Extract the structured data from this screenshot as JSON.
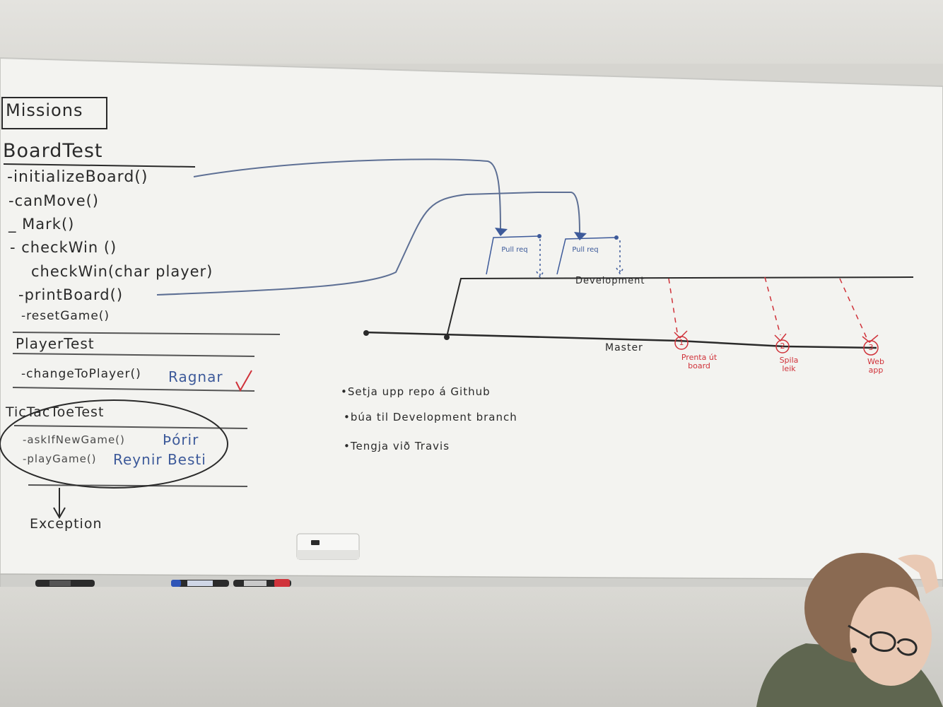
{
  "board": {
    "missions_title": "Missions",
    "board_test": {
      "title": "BoardTest",
      "items": [
        "-initializeBoard()",
        "-canMove()",
        "_ Mark()",
        "- checkWin ()",
        "checkWin(char player)",
        "-printBoard()",
        "-resetGame()"
      ]
    },
    "player_test": {
      "title": "PlayerTest",
      "item": "-changeToPlayer()",
      "assignee": "Ragnar",
      "done_mark": "✓"
    },
    "tictactoe_test": {
      "title": "TicTacToeTest",
      "items": [
        {
          "name": "-askIfNewGame()",
          "assignee": "Þórir"
        },
        {
          "name": "-playGame()",
          "assignee": "Reynir Besti"
        }
      ]
    },
    "exception_label": "Exception",
    "diagram": {
      "pull_req_1": "Pull req",
      "pull_req_2": "Pull req",
      "development_label": "Development",
      "master_label": "Master",
      "milestones": [
        {
          "number": "1",
          "label": "Prenta út board"
        },
        {
          "number": "2",
          "label": "Spila leik"
        },
        {
          "number": "3",
          "label": "Web app"
        }
      ]
    },
    "todo": [
      "•Setja upp repo á Github",
      "•búa til Development branch",
      "•Tengja við Travis"
    ]
  },
  "colors": {
    "ink_black": "#2a2a2a",
    "ink_blue": "#3d5a9a",
    "ink_red": "#d0323a",
    "board": "#f3f3f0"
  }
}
